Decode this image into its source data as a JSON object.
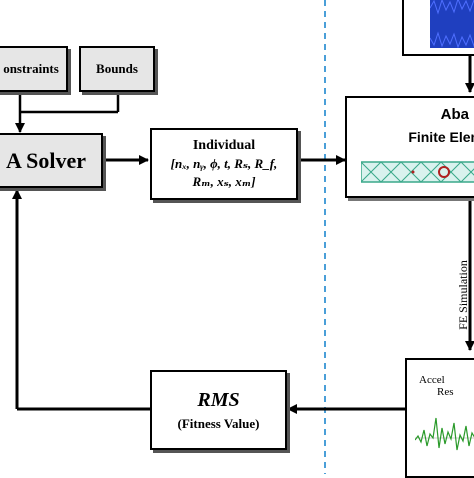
{
  "constraints_label": "onstraints",
  "bounds_label": "Bounds",
  "solver_label": "A Solver",
  "individual": {
    "title": "Individual",
    "line1": "[nₓ, nᵧ, ϕ, t, Rₛ, R_f,",
    "line2": "Rₘ, xₛ, xₘ]"
  },
  "abaqus": {
    "title": "Aba",
    "subtitle": "Finite Elem"
  },
  "fe_simulation": "FE Simulation",
  "accel": {
    "title": "Accel",
    "subtitle": "Res"
  },
  "rms": {
    "title": "RMS",
    "subtitle": "(Fitness Value)"
  },
  "colors": {
    "divider": "#4a9fd8",
    "signal_blue": "#1f3fbf",
    "signal_green": "#2a9a2a",
    "mesh": "#3aa88a"
  }
}
